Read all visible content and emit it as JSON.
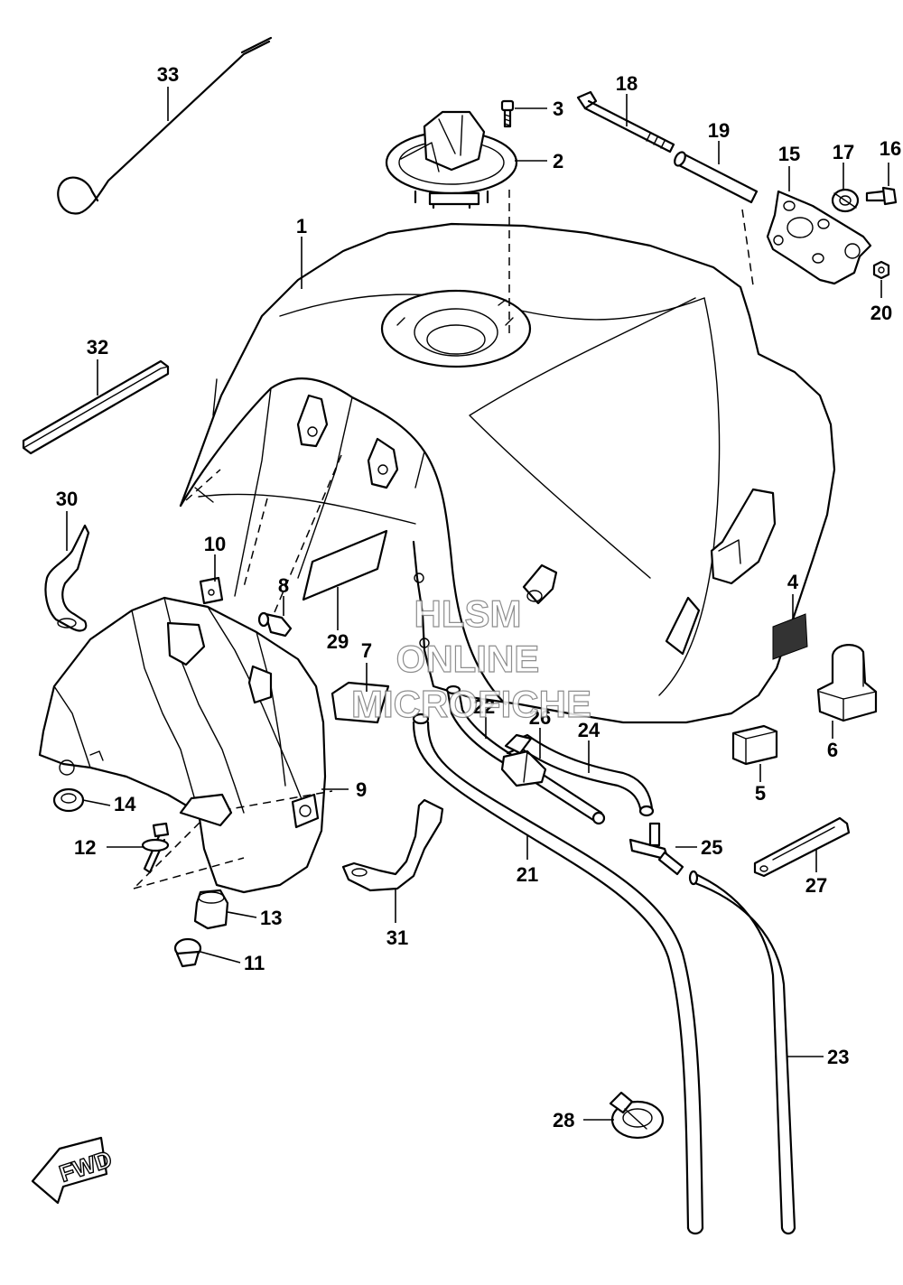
{
  "diagram": {
    "callouts": [
      "1",
      "2",
      "3",
      "4",
      "5",
      "6",
      "7",
      "8",
      "9",
      "10",
      "11",
      "12",
      "13",
      "14",
      "15",
      "16",
      "17",
      "18",
      "19",
      "20",
      "21",
      "22",
      "23",
      "24",
      "25",
      "26",
      "27",
      "28",
      "29",
      "30",
      "31",
      "32",
      "33"
    ],
    "watermark": {
      "line1": "HLSM",
      "line2": "ONLINE",
      "line3": "MICROFICHE"
    },
    "direction_badge": "FWD"
  }
}
